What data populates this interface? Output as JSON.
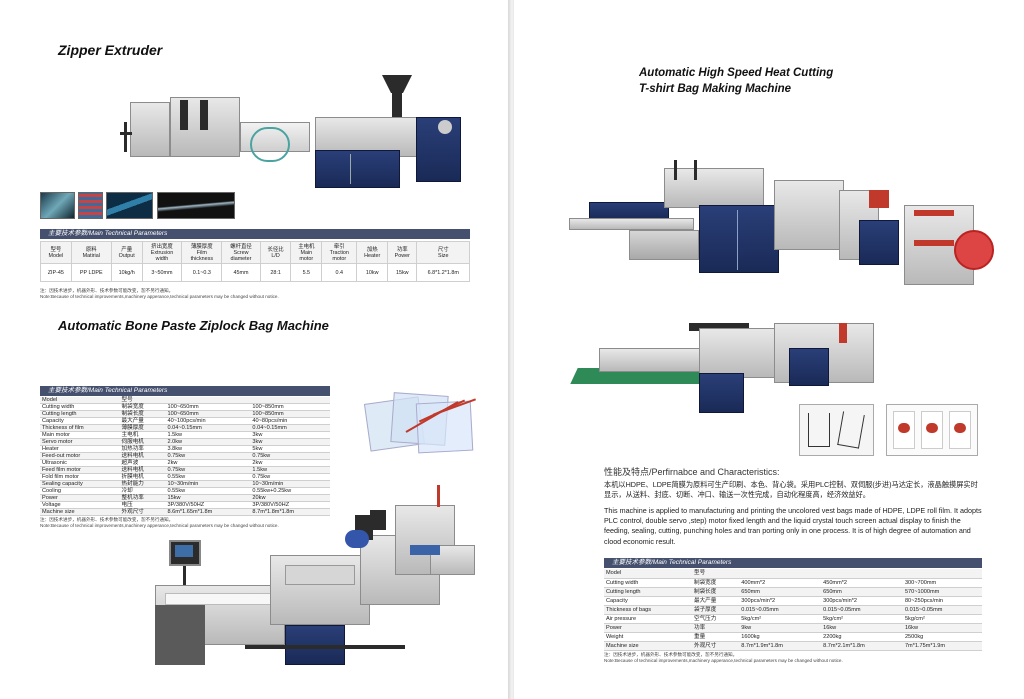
{
  "left": {
    "zipper": {
      "title": "Zipper Extruder",
      "spec_header": "主要技术参数/Main Technical Parameters",
      "headers": [
        [
          "型号",
          "Model"
        ],
        [
          "原料",
          "Matirial"
        ],
        [
          "产量",
          "Output"
        ],
        [
          "挤出宽度",
          "Extrusion",
          "width"
        ],
        [
          "薄膜厚度",
          "Film",
          "thickness"
        ],
        [
          "螺杆直径",
          "Screw",
          "diameter"
        ],
        [
          "长径比",
          "L/D"
        ],
        [
          "主电机",
          "Main",
          "motor"
        ],
        [
          "牵引",
          "Traction",
          "motor"
        ],
        [
          "加热",
          "Heater"
        ],
        [
          "功率",
          "Power"
        ],
        [
          "尺寸",
          "Size"
        ]
      ],
      "values": [
        "ZIP-45",
        "PP LDPE",
        "10kg/h",
        "3~50mm",
        "0.1~0.3",
        "45mm",
        "28:1",
        "5.5",
        "0.4",
        "10kw",
        "15kw",
        "6.8*1.2*1.8m"
      ],
      "note_cn": "注：因技术进步，机器外形、技术参数可能改变，恕不另行通知。",
      "note_en": "Note:Because of technical improvements,machinery apperance,technical parameters may be changed without notice."
    },
    "bone": {
      "title": "Automatic Bone Paste Ziplock Bag Machine",
      "spec_header": "主要技术参数/Main Technical Parameters",
      "rows": [
        [
          "Model",
          "型号",
          "",
          ""
        ],
        [
          "Cutting width",
          "制袋宽度",
          "100~650mm",
          "100~850mm"
        ],
        [
          "Cutting length",
          "制袋长度",
          "100~650mm",
          "100~850mm"
        ],
        [
          "Capacity",
          "最大产量",
          "40~100pcs/min",
          "40~80pcs/min"
        ],
        [
          "Thickness of film",
          "薄膜厚度",
          "0.04~0.15mm",
          "0.04~0.15mm"
        ],
        [
          "Main motor",
          "主电机",
          "1.5kw",
          "3kw"
        ],
        [
          "Servo motor",
          "伺服电机",
          "2.0kw",
          "3kw"
        ],
        [
          "Heater",
          "加热功率",
          "3.8kw",
          "5kw"
        ],
        [
          "Feed-out motor",
          "送料电机",
          "0.75kw",
          "0.75kw"
        ],
        [
          "Ultrasonic",
          "超声波",
          "2kw",
          "2kw"
        ],
        [
          "Feed film motor",
          "送料电机",
          "0.75kw",
          "1.5kw"
        ],
        [
          "Fold film motor",
          "折膜电机",
          "0.55kw",
          "0.75kw"
        ],
        [
          "Sealing capacity",
          "热封能力",
          "10~30m/min",
          "10~30m/min"
        ],
        [
          "Cooling",
          "冷却",
          "0.55kw",
          "0.55kw+0.25kw"
        ],
        [
          "Power",
          "整机功率",
          "15kw",
          "20kw"
        ],
        [
          "Voltage",
          "电压",
          "3P/380V/50HZ",
          "3P/380V/50HZ"
        ],
        [
          "Machine size",
          "外观尺寸",
          "8.6m*1.65m*1.8m",
          "8.7m*1.8m*1.8m"
        ]
      ],
      "note_cn": "注：因技术进步，机器外形、技术参数可能改变，恕不另行通知。",
      "note_en": "Note:Because of technical improvements,machinery apperance,technical parameters may be changed without notice."
    }
  },
  "right": {
    "title_line1": "Automatic High Speed Heat Cutting",
    "title_line2": "T-shirt Bag Making Machine",
    "features_heading": "性能及特点/Perfirnabce and Characteristics:",
    "para_cn": "本机以HDPE、LDPE简膜为原料可生产印刷、本色、背心袋。采用PLC控制、双伺服(步进)马达定长，液晶触摸屏实时显示，从送料、封底、切断、冲口、输送一次性完成，自动化程度高，经济效益好。",
    "para_en": "This machine is applied to manufacturing and printing the uncolored vest bags made of HDPE, LDPE roll film. It adopts PLC control, double servo ,step) motor fixed length and the liquid crystal touch screen actual display to finish the feeding, sealing, cutting, punching holes and tran porting only in one process. It is of high degree of automation and clood economic result.",
    "spec_header": "主要技术参数/Main Technical Parameters",
    "rows": [
      [
        "Model",
        "型号",
        "",
        "",
        ""
      ],
      [
        "Cutting width",
        "制袋宽度",
        "400mm*2",
        "450mm*2",
        "300~700mm"
      ],
      [
        "Cutting length",
        "制袋长度",
        "650mm",
        "650mm",
        "570~1000mm"
      ],
      [
        "Capacity",
        "最大产量",
        "300pcs/min*2",
        "300pcs/min*2",
        "80~250pcs/min"
      ],
      [
        "Thickness of bags",
        "袋子厚度",
        "0.015~0.05mm",
        "0.015~0.05mm",
        "0.015~0.05mm"
      ],
      [
        "Air pressure",
        "空气压力",
        "5kg/cm²",
        "5kg/cm²",
        "5kg/cm²"
      ],
      [
        "Power",
        "功率",
        "9kw",
        "16kw",
        "16kw"
      ],
      [
        "Weight",
        "重量",
        "1600kg",
        "2200kg",
        "2500kg"
      ],
      [
        "Machine size",
        "外观尺寸",
        "8.7m*1.9m*1.8m",
        "8.7m*2.1m*1.8m",
        "7m*1.75m*1.9m"
      ]
    ],
    "note_cn": "注：因技术进步，机器外形、技术参数可能改变，恕不另行通知。",
    "note_en": "Note:Because of technical improvements,machinery apperance,technical parameters may be changed without notice."
  }
}
